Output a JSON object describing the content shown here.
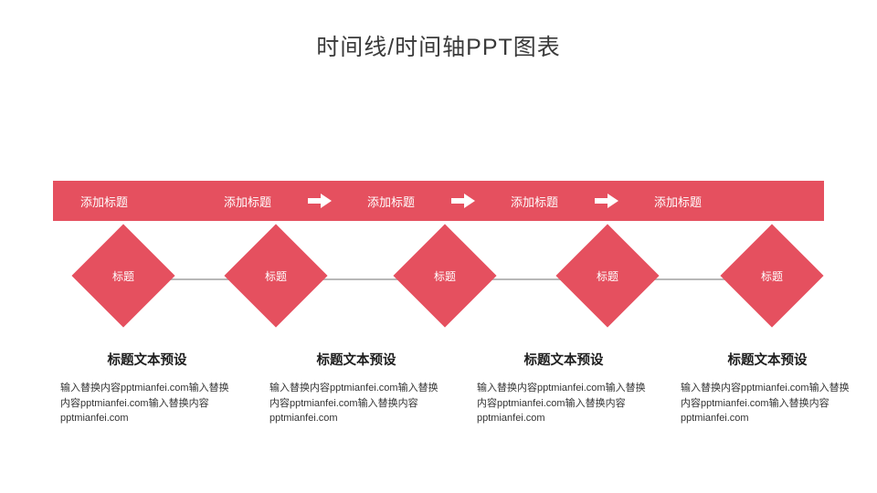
{
  "title": "时间线/时间轴PPT图表",
  "colors": {
    "accent_red": "#E5505F",
    "title_text": "#3A3A3A",
    "body_text": "#333333",
    "connector_line": "#B8B8B8",
    "background": "#FFFFFF"
  },
  "banner": {
    "segments": [
      {
        "type": "label",
        "text": "添加标题"
      },
      {
        "type": "gap",
        "text": ""
      },
      {
        "type": "label",
        "text": "添加标题"
      },
      {
        "type": "arrow",
        "icon": "arrow-right-icon"
      },
      {
        "type": "label",
        "text": "添加标题"
      },
      {
        "type": "arrow",
        "icon": "arrow-right-icon"
      },
      {
        "type": "label",
        "text": "添加标题"
      },
      {
        "type": "arrow",
        "icon": "arrow-right-icon"
      },
      {
        "type": "label",
        "text": "添加标题"
      }
    ]
  },
  "milestones": [
    {
      "label": "标题"
    },
    {
      "label": "标题"
    },
    {
      "label": "标题"
    },
    {
      "label": "标题"
    },
    {
      "label": "标题"
    }
  ],
  "text_blocks": [
    {
      "heading": "标题文本预设",
      "body": "输入替换内容pptmianfei.com输入替换内容pptmianfei.com输入替换内容pptmianfei.com"
    },
    {
      "heading": "标题文本预设",
      "body": "输入替换内容pptmianfei.com输入替换内容pptmianfei.com输入替换内容pptmianfei.com"
    },
    {
      "heading": "标题文本预设",
      "body": "输入替换内容pptmianfei.com输入替换内容pptmianfei.com输入替换内容pptmianfei.com"
    },
    {
      "heading": "标题文本预设",
      "body": "输入替换内容pptmianfei.com输入替换内容pptmianfei.com输入替换内容pptmianfei.com"
    }
  ]
}
